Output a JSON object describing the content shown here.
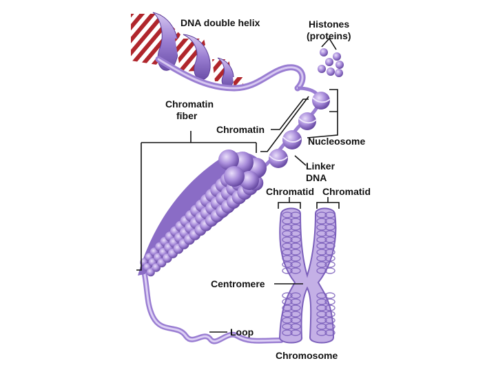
{
  "labels": {
    "dna_double_helix": "DNA double helix",
    "histones_line1": "Histones",
    "histones_line2": "(proteins)",
    "chromatin_fiber_line1": "Chromatin",
    "chromatin_fiber_line2": "fiber",
    "chromatin": "Chromatin",
    "nucleosome": "Nucleosome",
    "linker_line1": "Linker",
    "linker_line2": "DNA",
    "chromatid_left": "Chromatid",
    "chromatid_right": "Chromatid",
    "centromere": "Centromere",
    "loop": "Loop",
    "chromosome": "Chromosome"
  },
  "colors": {
    "purple_light": "#c4b0e6",
    "purple_mid": "#9a7ed2",
    "purple_dark": "#5d3f9a",
    "dna_red": "#b0262c"
  }
}
